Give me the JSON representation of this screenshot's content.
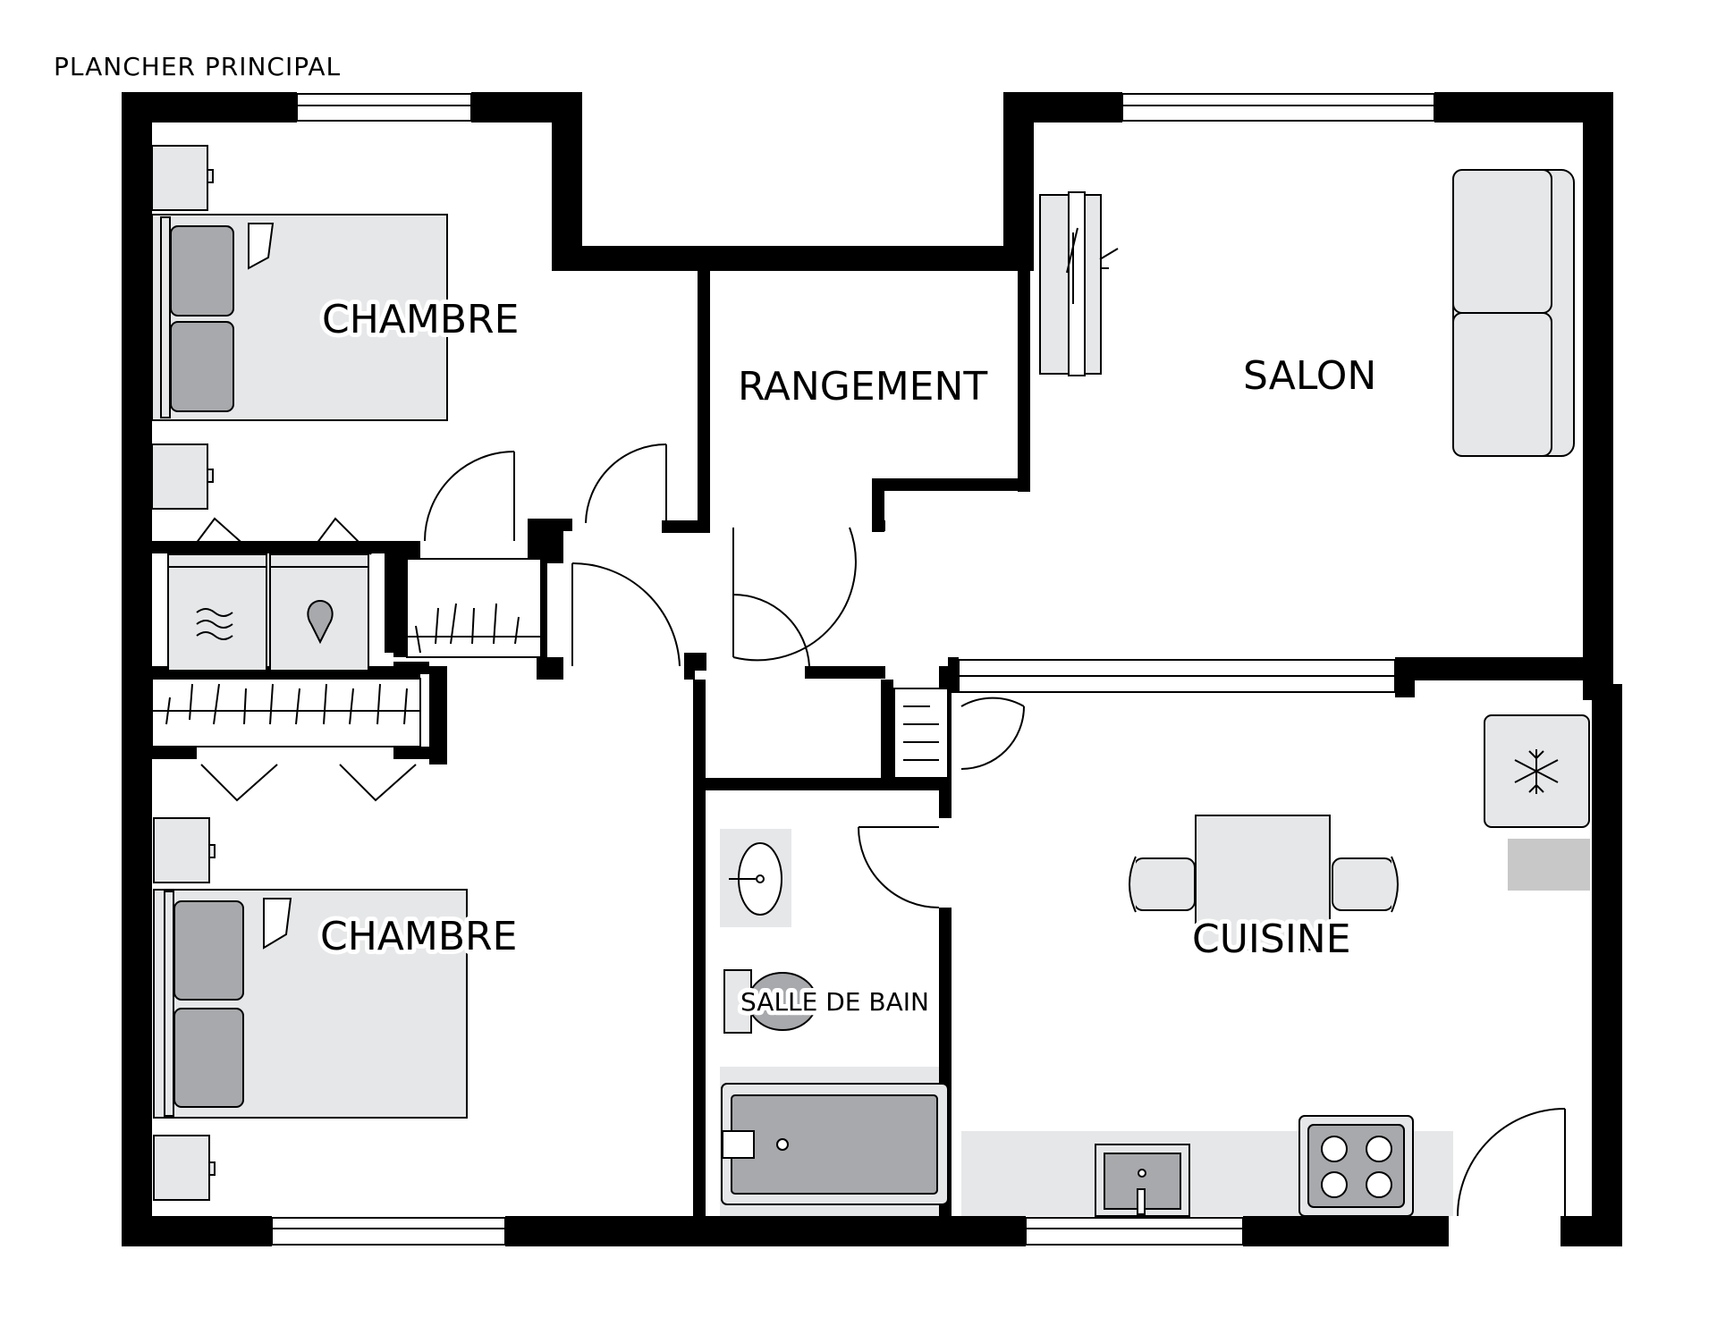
{
  "page_title": "PLANCHER PRINCIPAL",
  "rooms": {
    "chambre_top": "CHAMBRE",
    "chambre_bottom": "CHAMBRE",
    "rangement": "RANGEMENT",
    "salon": "SALON",
    "salle_de_bain": "SALLE DE BAIN",
    "cuisine": "CUISINE"
  },
  "colors": {
    "wall": "#000000",
    "furniture_fill": "#e6e7e8",
    "cushion_fill": "#a7a9ac",
    "counter_fill": "#e6e7e8",
    "gray_block": "#c8c8c8"
  },
  "icons": [
    "window",
    "door-swing",
    "bed",
    "nightstand",
    "washer",
    "dryer",
    "closet",
    "sofa",
    "tv",
    "fridge",
    "table",
    "chair",
    "stove",
    "sink",
    "toilet",
    "bathtub",
    "washbasin"
  ]
}
